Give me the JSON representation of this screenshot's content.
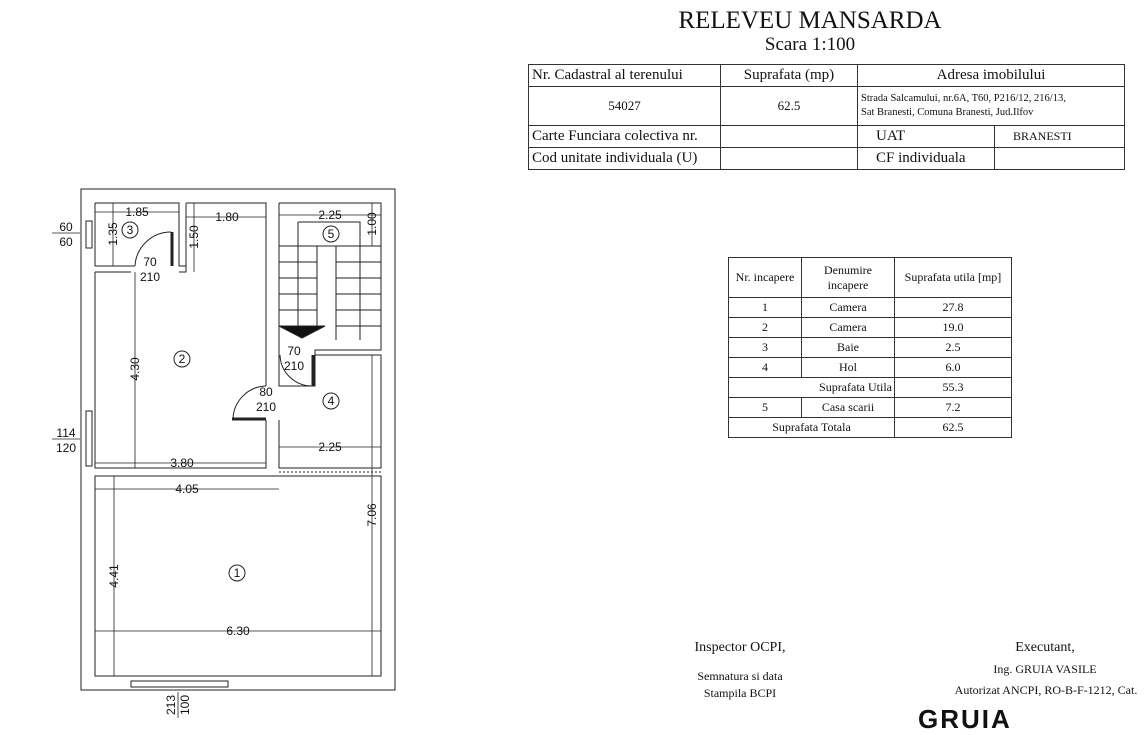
{
  "header": {
    "title": "RELEVEU MANSARDA",
    "scale": "Scara 1:100"
  },
  "info_table": {
    "h_cadastral": "Nr. Cadastral al terenului",
    "h_suprafata": "Suprafata (mp)",
    "h_adresa": "Adresa imobilului",
    "cadastral": "54027",
    "suprafata": "62.5",
    "adresa_1": "Strada Salcamului, nr.6A, T60, P216/12, 216/13,",
    "adresa_2": "Sat Branesti, Comuna Branesti, Jud.Ilfov",
    "carte_funciara": "Carte Funciara colectiva nr.",
    "uat_label": "UAT",
    "uat": "BRANESTI",
    "cod_unitate": "Cod unitate individuala (U)",
    "cf_individuala": "CF individuala"
  },
  "rooms_table": {
    "h_nr": "Nr. incapere",
    "h_denumire": "Denumire incapere",
    "h_suprafata": "Suprafata utila [mp]",
    "rows": [
      {
        "nr": "1",
        "name": "Camera",
        "area": "27.8"
      },
      {
        "nr": "2",
        "name": "Camera",
        "area": "19.0"
      },
      {
        "nr": "3",
        "name": "Baie",
        "area": "2.5"
      },
      {
        "nr": "4",
        "name": "Hol",
        "area": "6.0"
      }
    ],
    "utila_label": "Suprafata Utila",
    "utila": "55.3",
    "scara": {
      "nr": "5",
      "name": "Casa scarii",
      "area": "7.2"
    },
    "totala_label": "Suprafata Totala",
    "totala": "62.5"
  },
  "signatures": {
    "inspector": "Inspector OCPI,",
    "semnatura": "Semnatura si data",
    "stampila": "Stampila BCPI",
    "executant": "Executant,",
    "ing": "Ing. GRUIA  VASILE",
    "autorizat": "Autorizat ANCPI, RO-B-F-1212, Cat.",
    "stamp_text": "GRUIA"
  },
  "plan": {
    "dims": {
      "d185": "1.85",
      "d180": "1.80",
      "d225a": "2.25",
      "d100": "1.00",
      "d135": "1.35",
      "d150": "1.50",
      "d430": "4.30",
      "d380": "3.80",
      "d225b": "2.25",
      "d405": "4.05",
      "d706": "7.06",
      "d441": "4.41",
      "d630": "6.30"
    },
    "rooms": {
      "r1": "1",
      "r2": "2",
      "r3": "3",
      "r4": "4",
      "r5": "5"
    },
    "doors": {
      "d3w": "70",
      "d3h": "210",
      "d5w": "70",
      "d5h": "210",
      "d2w": "80",
      "d2h": "210"
    },
    "windows": {
      "w1w": "60",
      "w1h": "60",
      "w2w": "114",
      "w2h": "120",
      "w3w": "213",
      "w3h": "100"
    }
  }
}
